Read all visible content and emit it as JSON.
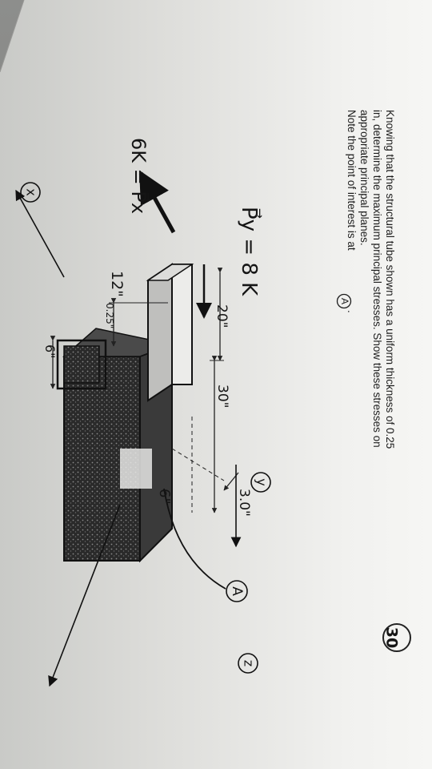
{
  "problem": {
    "number": "30",
    "lines": [
      "Knowing that the structural tube shown has a uniform thickness of 0.25",
      "in, determine the maximum principal stresses. Show these stresses on",
      "appropriate principal planes.",
      "Note the point of interest is at"
    ],
    "point_marker": "A",
    "point_suffix": "."
  },
  "annotations": {
    "py": "P⃗y = 8 K",
    "px": "6K = P⃗x",
    "dim_20": "20\"",
    "dim_30": "30\"",
    "dim_12": "12\"",
    "thickness": "0.25\"",
    "dim_6_left": "6\"",
    "dim_6_right": "6\"",
    "dim_3": "3.0\"",
    "axis_x": "x",
    "axis_y": "y",
    "axis_z": "z",
    "point_A": "A"
  }
}
